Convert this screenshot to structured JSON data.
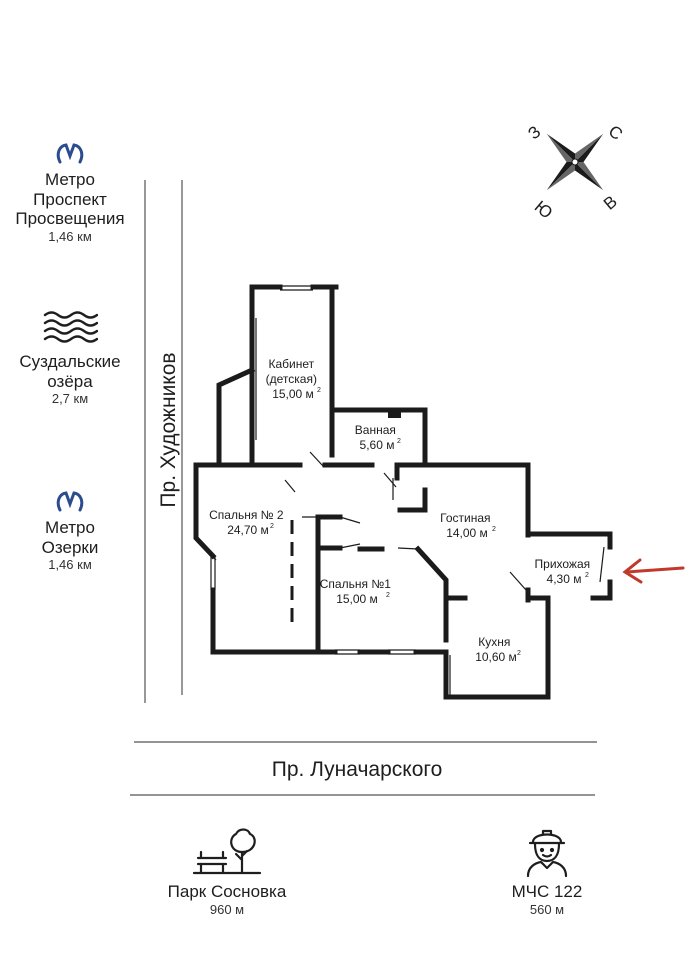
{
  "compass": {
    "north": "С",
    "west": "З",
    "south": "Ю",
    "east": "В"
  },
  "streets": {
    "vertical": "Пр. Художников",
    "horizontal": "Пр. Луначарского"
  },
  "pois_left": [
    {
      "name_lines": [
        "Метро",
        "Проспект",
        "Просвещения"
      ],
      "distance": "1,46 км",
      "icon": "metro-icon"
    },
    {
      "name_lines": [
        "Суздальские",
        "озёра"
      ],
      "distance": "2,7 км",
      "icon": "water-waves-icon"
    },
    {
      "name_lines": [
        "Метро",
        "Озерки"
      ],
      "distance": "1,46 км",
      "icon": "metro-icon"
    }
  ],
  "pois_bottom": [
    {
      "name": "Парк Сосновка",
      "distance": "960 м",
      "icon": "park-bench-tree-icon"
    },
    {
      "name": "МЧС 122",
      "distance": "560 м",
      "icon": "firefighter-icon"
    }
  ],
  "rooms": [
    {
      "key": "cabinet",
      "lines": [
        "Кабинет",
        "(детская)",
        "15,00 м"
      ]
    },
    {
      "key": "bath",
      "lines": [
        "Ванная",
        "5,60 м"
      ]
    },
    {
      "key": "bedroom2",
      "lines": [
        "Спальня № 2",
        "24,70 м"
      ]
    },
    {
      "key": "living",
      "lines": [
        "Гостиная",
        "14,00 м"
      ]
    },
    {
      "key": "hall",
      "lines": [
        "Прихожая",
        "4,30 м"
      ]
    },
    {
      "key": "bedroom1",
      "lines": [
        "Спальня №1",
        "15,00 м"
      ]
    },
    {
      "key": "kitchen",
      "lines": [
        "Кухня",
        "10,60 м"
      ]
    }
  ],
  "area_superscript": "2",
  "colors": {
    "metro": "#2b4d8f",
    "entry_arrow": "#c0392b",
    "wall": "#1b1b1b"
  }
}
